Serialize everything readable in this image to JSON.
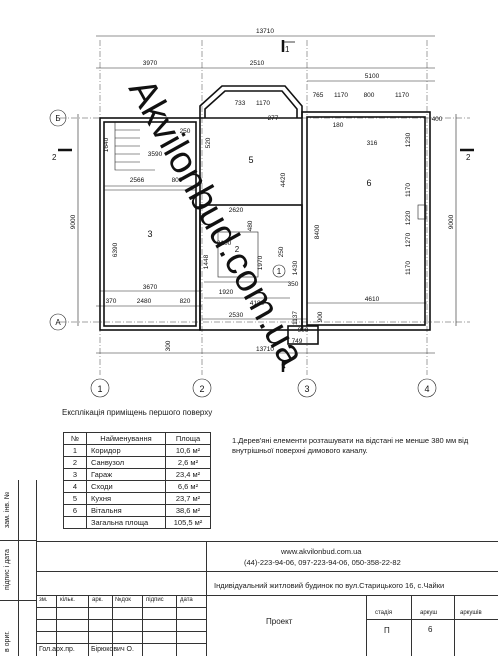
{
  "plan": {
    "dims_top": {
      "total": "13710",
      "a": "3970",
      "b": "2510",
      "c": "5100",
      "d1": "733",
      "d2": "1170",
      "d3": "765",
      "d4": "1170",
      "d5": "800",
      "d6": "1170",
      "d7": "277"
    },
    "dims_inner": {
      "d180": "180",
      "d316": "316",
      "d400": "400",
      "d1230": "1230",
      "d1170a": "1170",
      "d1220": "1220",
      "d1270": "1270",
      "d1170b": "1170",
      "d8400": "8400",
      "d4420": "4420",
      "d1640": "1640",
      "d3590": "3590",
      "d250": "250",
      "d520": "520",
      "d800": "800",
      "d2566": "2566",
      "d2620": "2620",
      "d480": "480",
      "d2100": "2100",
      "d1448": "1448",
      "d1970": "1970",
      "d250b": "250",
      "d1430": "1430",
      "d1920": "1920",
      "d4180": "4180",
      "d350": "350",
      "d6390": "6390",
      "d3670": "3670",
      "d4610": "4610",
      "d370": "370",
      "d2480": "2480",
      "d820": "820",
      "d2530": "2530",
      "d1137": "1137",
      "d900a": "900",
      "d900b": "900",
      "d749": "749",
      "d300": "300"
    },
    "dims_left": "9000",
    "dims_right": "9000",
    "dims_bottom": "13710",
    "axes_rows": [
      "Б",
      "А"
    ],
    "axes_cols": [
      "1",
      "2",
      "3",
      "4"
    ],
    "rooms": [
      "1",
      "2",
      "3",
      "5",
      "6"
    ],
    "section_marks": [
      "1",
      "2",
      "2"
    ],
    "watermark": "Akvilonbud.com.ua"
  },
  "explication": {
    "title": "Експлікація приміщень першого поверху",
    "headers": [
      "№",
      "Найменування",
      "Площа"
    ],
    "rows": [
      [
        "1",
        "Коридор",
        "10,6 м²"
      ],
      [
        "2",
        "Санвузол",
        "2,6 м²"
      ],
      [
        "3",
        "Гараж",
        "23,4 м²"
      ],
      [
        "4",
        "Сходи",
        "6,6 м²"
      ],
      [
        "5",
        "Кухня",
        "23,7 м²"
      ],
      [
        "6",
        "Вітальня",
        "38,6 м²"
      ],
      [
        "",
        "Загальна площа",
        "105,5 м²"
      ]
    ]
  },
  "note": "1.Дерев'яні елементи розташувати на відстані не менше 380 мм від внутрішньої поверхні димового каналу.",
  "title_block": {
    "website": "www.akvilonbud.com.ua",
    "phones": "(44)-223-94-06, 097-223-94-06, 050-358-22-82",
    "project_title": "Індивідуальний житловий будинок по вул.Старицького 16, с.Чайки",
    "cols": [
      "зм.",
      "кільк.",
      "арк.",
      "№док",
      "підпис",
      "дата"
    ],
    "stage_label": "Проект",
    "stage_header": "стадія",
    "sheet_header": "аркуш",
    "sheets_header": "аркушів",
    "stage_value": "П",
    "sheet_value": "6",
    "role": "Гол.арх.пр.",
    "person": "Бірюкович О."
  },
  "side": {
    "s1": "зам. інв. №",
    "s2": "підпис і дата",
    "s3": "в ориг."
  }
}
